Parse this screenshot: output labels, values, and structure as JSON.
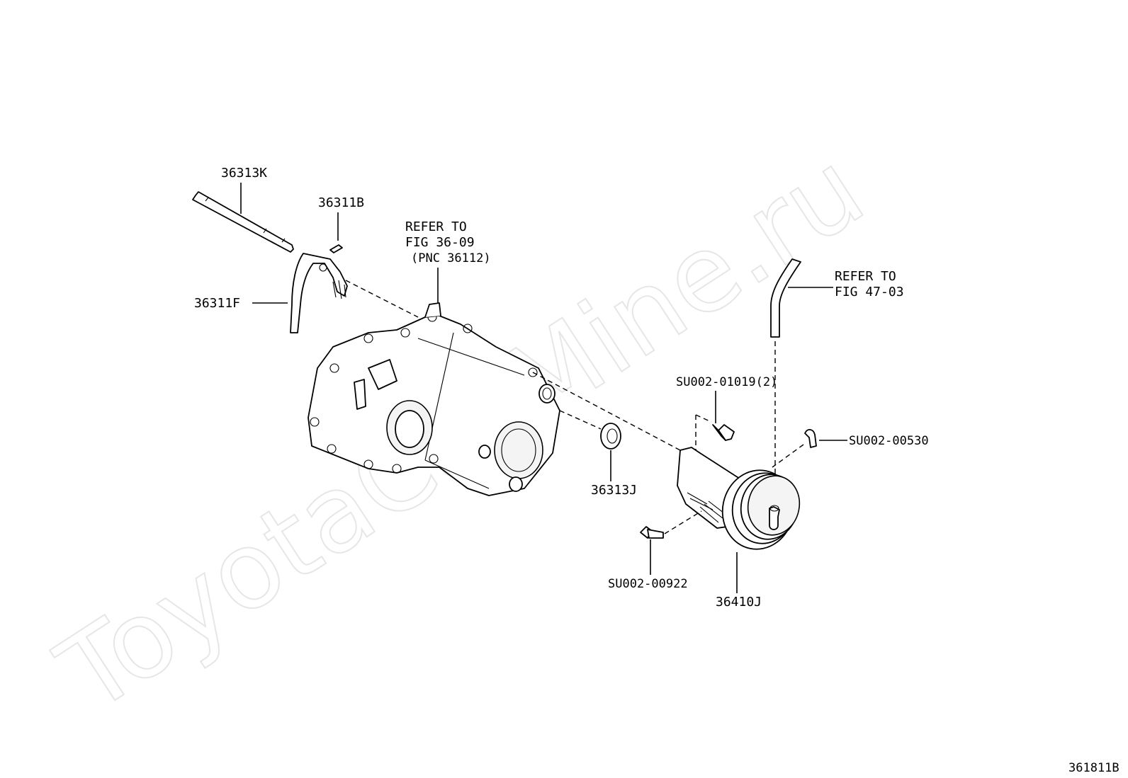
{
  "watermark": "ToyotaCarMine.ru",
  "figure_id": "361811B",
  "labels": {
    "shift_fork_shaft": "36313K",
    "pin": "36311B",
    "shift_fork": "36311F",
    "oil_seal": "36313J",
    "actuator": "36410J",
    "bolt_a": "SU002-01019(2)",
    "clip": "SU002-00530",
    "bolt_b": "SU002-00922"
  },
  "refer_case": {
    "line1": "REFER TO",
    "line2": "FIG 36-09",
    "line3": "(PNC 36112)"
  },
  "refer_hose": {
    "line1": "REFER TO",
    "line2": "FIG 47-03"
  }
}
